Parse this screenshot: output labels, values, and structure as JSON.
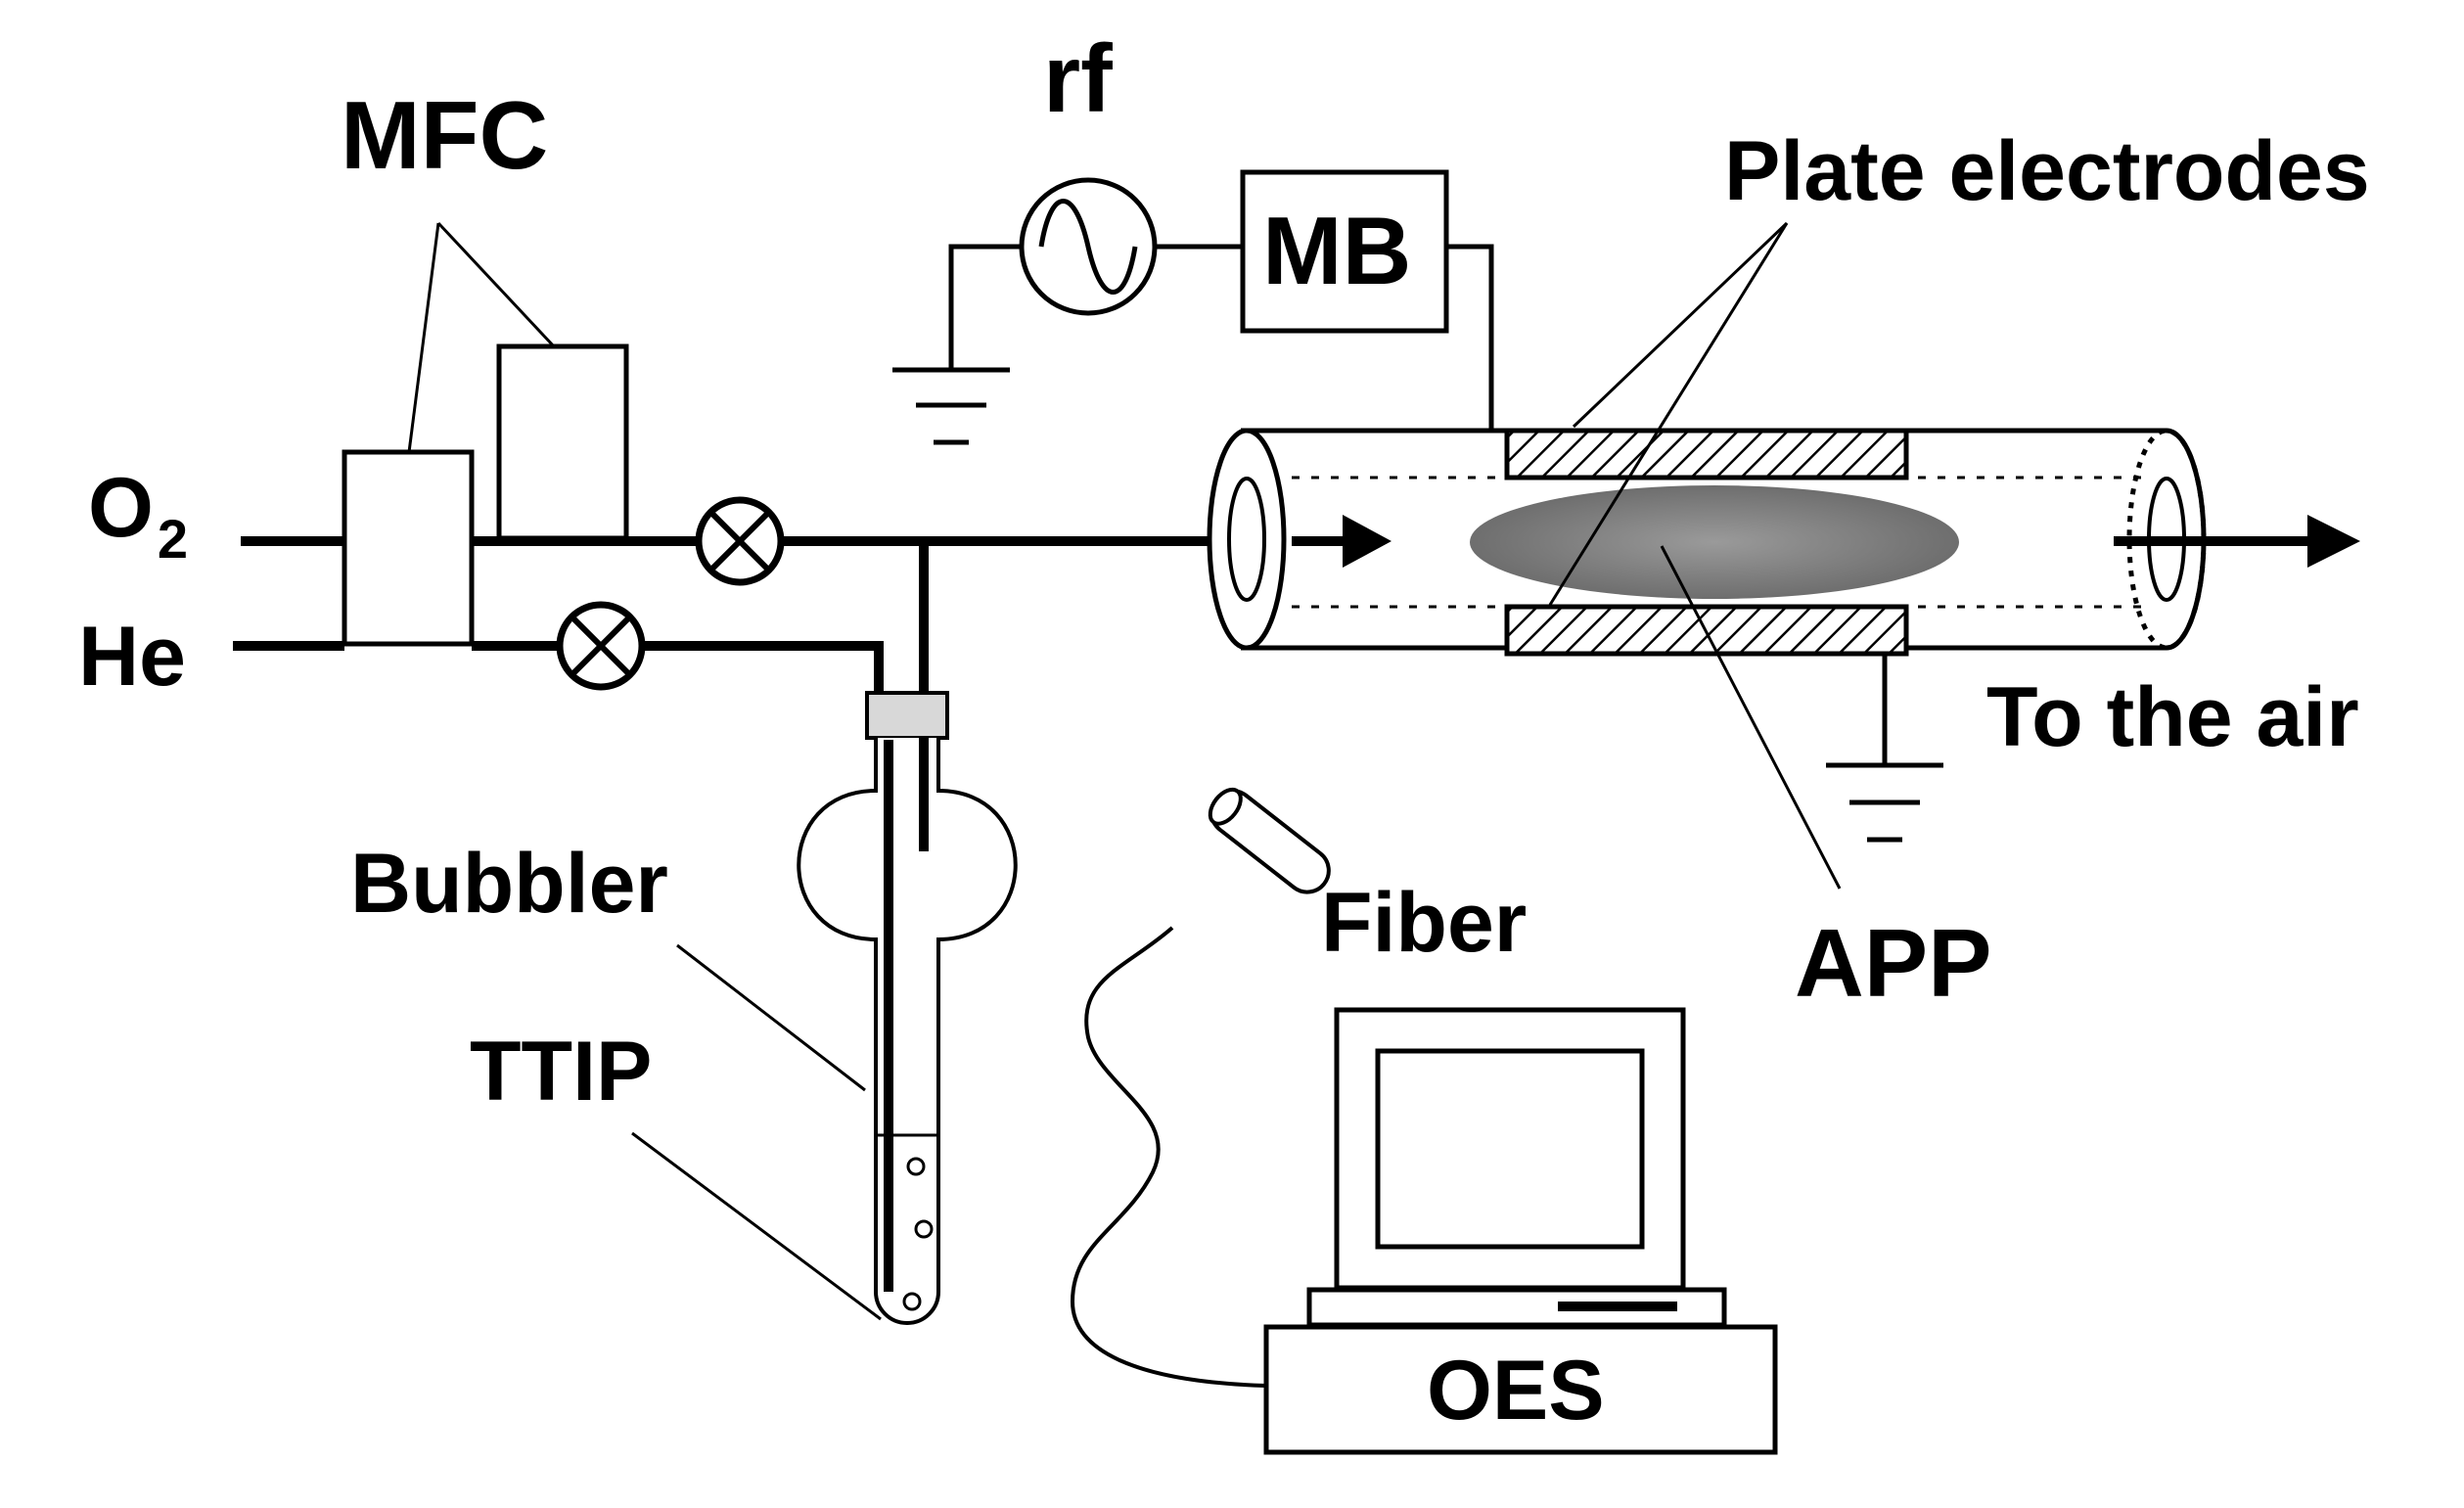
{
  "labels": {
    "mfc": "MFC",
    "rf": "rf",
    "mb": "MB",
    "plate_electrodes": "Plate electrodes",
    "o2_main": "O",
    "o2_sub": "2",
    "he": "He",
    "to_the_air": "To the air",
    "bubbler": "Bubbler",
    "ttip": "TTIP",
    "fiber": "Fiber",
    "app": "APP",
    "oes": "OES"
  },
  "colors": {
    "line": "#000000",
    "plasma": "#8a8a8a",
    "stopper": "#d8d8d8",
    "background": "#ffffff"
  }
}
